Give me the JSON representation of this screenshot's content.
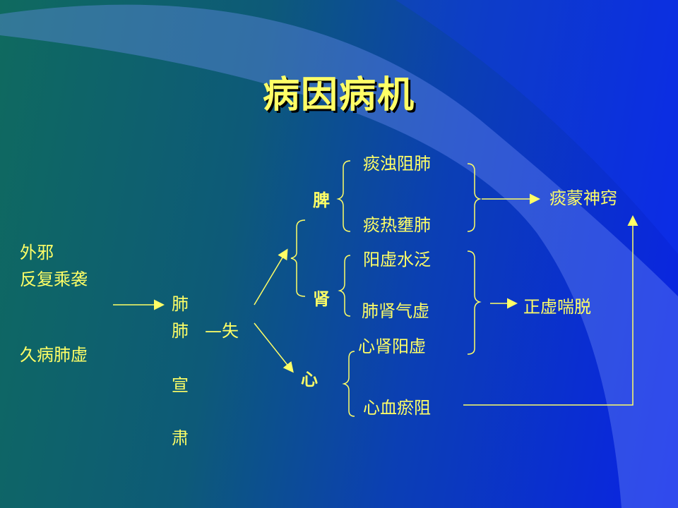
{
  "title": "病因病机",
  "causes": {
    "external_1": "外邪",
    "external_2": "反复乘袭",
    "chronic": "久病肺虚"
  },
  "lung": {
    "c1": "肺",
    "c2": "肺",
    "c3": "宣",
    "c4": "肃",
    "lost": "—失"
  },
  "organs": {
    "spleen": "脾",
    "kidney": "肾",
    "heart": "心"
  },
  "spleen_items": [
    "痰浊阻肺",
    "痰热壅肺"
  ],
  "kidney_items": [
    "阳虚水泛",
    "肺肾气虚"
  ],
  "heart_items": [
    "心肾阳虚",
    "心血瘀阻"
  ],
  "outcomes": {
    "phlegm": "痰蒙神窍",
    "collapse": "正虚喘脱"
  },
  "colors": {
    "text": "#ffff66",
    "line": "#ffff66"
  }
}
